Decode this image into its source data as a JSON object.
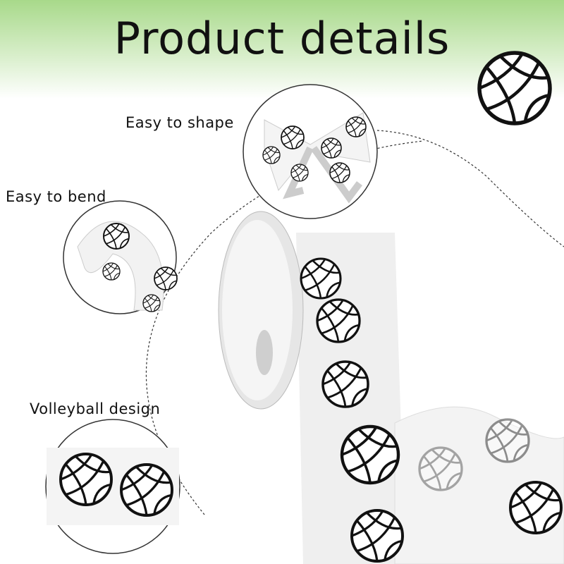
{
  "header": {
    "title": "Product details",
    "background_color": "#a8d98a"
  },
  "features": [
    {
      "label": "Easy to shape"
    },
    {
      "label": "Easy to bend"
    },
    {
      "label": "Volleyball design"
    }
  ],
  "icons": [
    "volleyball-icon"
  ]
}
